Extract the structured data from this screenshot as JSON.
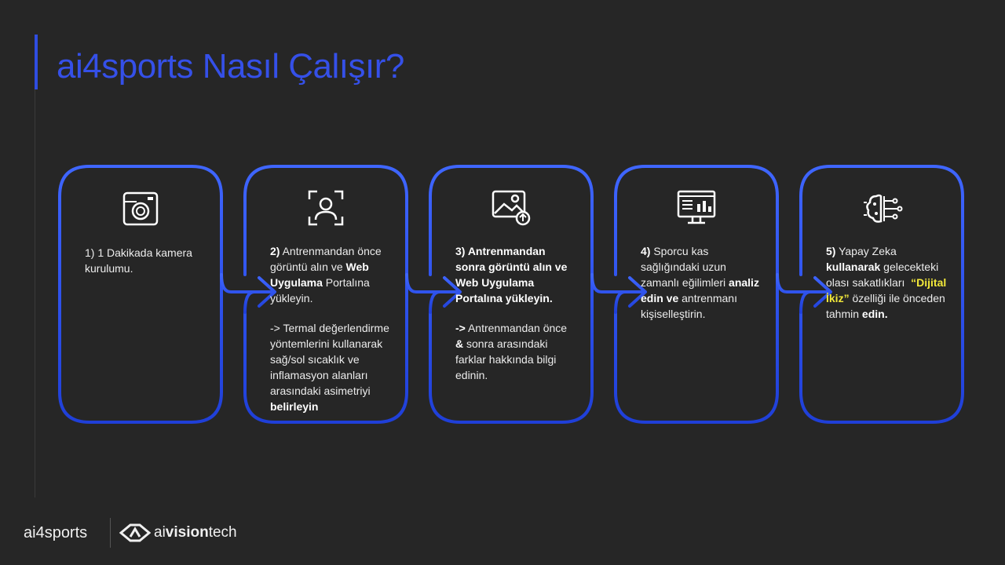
{
  "title": "ai4sports Nasıl Çalışır?",
  "colors": {
    "accent": "#2f4de0",
    "title": "#3550e8",
    "highlight": "#f2e83a"
  },
  "steps": [
    {
      "icon": "camera-icon",
      "html": "<p>1) 1 Dakikada kamera kurulumu.</p>"
    },
    {
      "icon": "user-focus-icon",
      "html": "<p><b>2)</b> Antrenmandan önce görüntü alın ve <b>Web Uygulama</b> Portalına yükleyin.</p><p>-> Termal değerlendirme yöntemlerini kullanarak sağ/sol sıcaklık ve inflamasyon alanları arasındaki asimetriyi <b>belirleyin</b></p>"
    },
    {
      "icon": "image-upload-icon",
      "html": "<p><b>3) Antrenmandan sonra görüntü alın ve Web Uygulama Portalına yükleyin.</b></p><p><b>-></b> Antrenmandan önce <b>&amp;</b> sonra arasındaki farklar hakkında bilgi edinin.</p>"
    },
    {
      "icon": "monitor-analytics-icon",
      "html": "<p><b>4)</b> Sporcu kas sağlığındaki uzun zamanlı eğilimleri <b>analiz edin ve</b> antrenmanı kişiselleştirin.</p>"
    },
    {
      "icon": "ai-brain-icon",
      "html": "<p><b>5)</b> Yapay Zeka <b>kullanarak</b> gelecekteki olası sakatlıkları <span class=\"hl\">&nbsp;“Dijital İkiz”</span> özelliği ile önceden tahmin <b>edin.</b></p>"
    }
  ],
  "footer": {
    "brand": "ai4sports",
    "partner_prefix": "ai",
    "partner_bold": "vision",
    "partner_suffix": "tech"
  }
}
